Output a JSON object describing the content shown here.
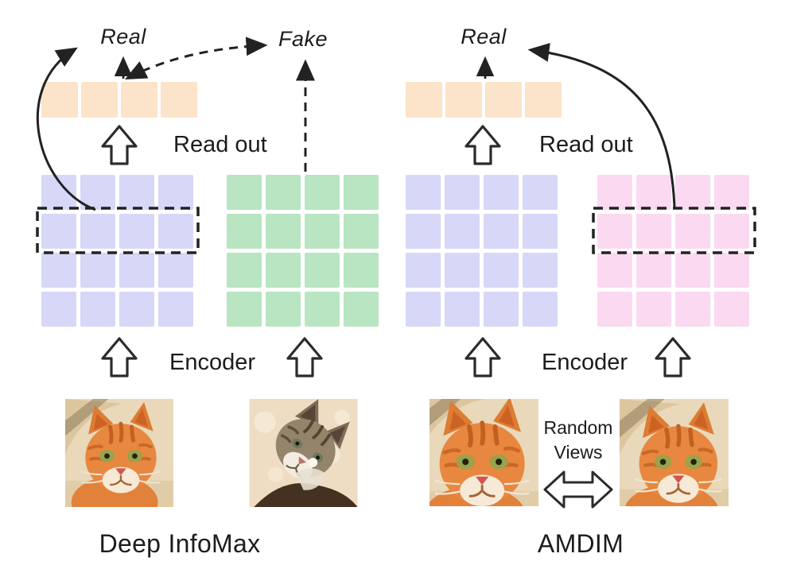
{
  "panels": {
    "left": {
      "title": "Deep InfoMax",
      "real_label": "Real",
      "fake_label": "Fake",
      "readout_label": "Read out",
      "encoder_label": "Encoder"
    },
    "right": {
      "title": "AMDIM",
      "real_label": "Real",
      "readout_label": "Read out",
      "encoder_label": "Encoder",
      "random_views_line1": "Random",
      "random_views_line2": "Views"
    }
  },
  "grids": {
    "left_features_real": {
      "rows": 4,
      "cols": 4,
      "color": "#d7d7f7",
      "highlight_row": 2
    },
    "left_features_fake": {
      "rows": 4,
      "cols": 4,
      "color": "#b9e5c2",
      "highlight_row": null
    },
    "right_features_view1": {
      "rows": 4,
      "cols": 4,
      "color": "#d7d7f7",
      "highlight_row": null
    },
    "right_features_view2": {
      "rows": 4,
      "cols": 4,
      "color": "#fbd9f1",
      "highlight_row": 2
    }
  },
  "readouts": {
    "left": {
      "cells": 4,
      "color": "#fbe4c9"
    },
    "right": {
      "cells": 4,
      "color": "#fbe4c9"
    }
  },
  "images": {
    "left_input": "orange-tabby-cat-photo",
    "left_negative": "grey-tabby-kitten-photo",
    "right_view1": "orange-tabby-cat-photo-view-1",
    "right_view2": "orange-tabby-cat-photo-view-2"
  },
  "colors": {
    "arrow_stroke": "#222222",
    "peach": "#fbe4c9",
    "lavender": "#d7d7f7",
    "green": "#b9e5c2",
    "pink": "#fbd9f1"
  }
}
